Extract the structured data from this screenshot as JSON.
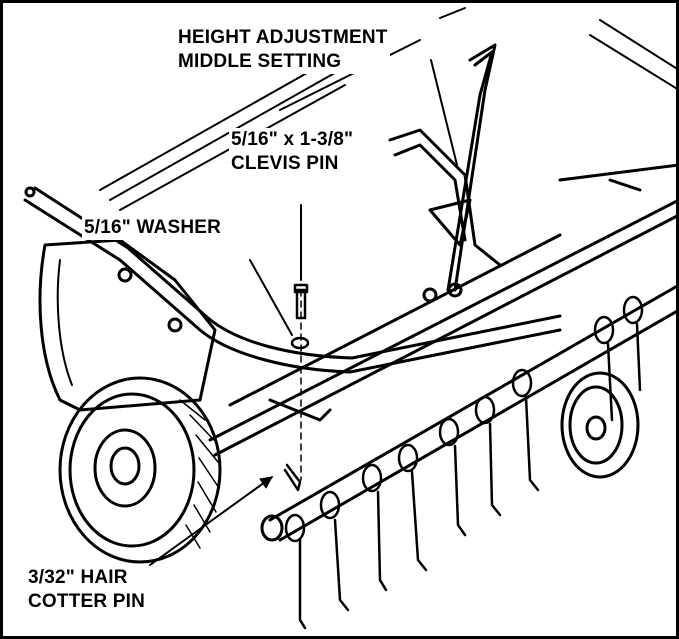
{
  "callouts": {
    "height_adjustment": [
      "HEIGHT ADJUSTMENT",
      "MIDDLE SETTING"
    ],
    "clevis_pin": [
      "5/16\" x 1-3/8\"",
      "CLEVIS PIN"
    ],
    "washer": [
      "5/16\" WASHER"
    ],
    "hair_cotter_pin": [
      "3/32\" HAIR",
      "COTTER PIN"
    ]
  },
  "colors": {
    "ink": "#000000",
    "paper": "#ffffff",
    "frame": "#000000"
  }
}
